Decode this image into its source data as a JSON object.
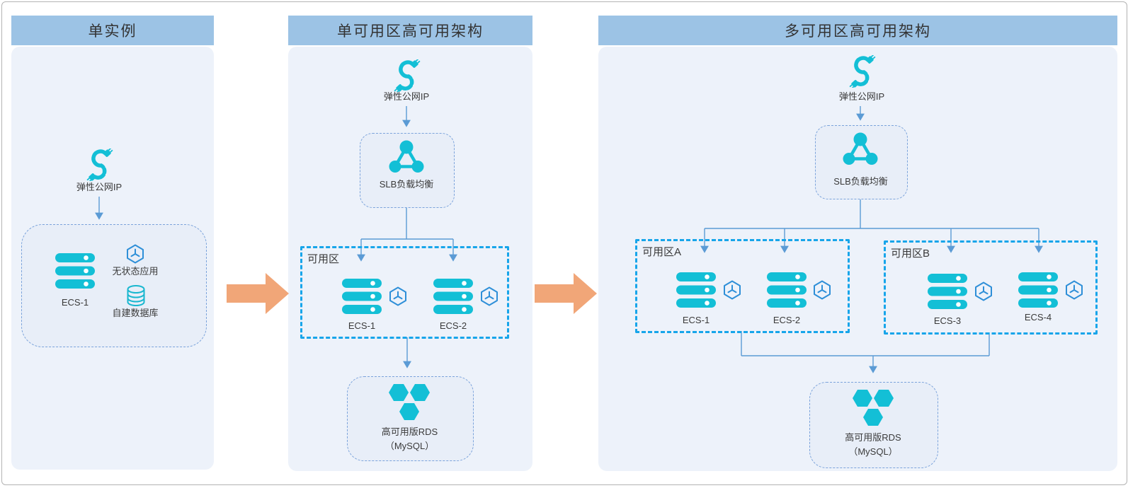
{
  "panels": [
    {
      "title": "单实例",
      "eip_label": "弹性公网IP",
      "group": {
        "ecs_label": "ECS-1",
        "stateless_app_label": "无状态应用",
        "self_built_db_label": "自建数据库"
      }
    },
    {
      "title": "单可用区高可用架构",
      "eip_label": "弹性公网IP",
      "slb_label": "SLB负载均衡",
      "zone": {
        "label": "可用区",
        "ecs": [
          "ECS-1",
          "ECS-2"
        ]
      },
      "rds": {
        "line1": "高可用版RDS",
        "line2": "（MySQL）"
      }
    },
    {
      "title": "多可用区高可用架构",
      "eip_label": "弹性公网IP",
      "slb_label": "SLB负载均衡",
      "zones": [
        {
          "label": "可用区A",
          "ecs": [
            "ECS-1",
            "ECS-2"
          ]
        },
        {
          "label": "可用区B",
          "ecs": [
            "ECS-3",
            "ECS-4"
          ]
        }
      ],
      "rds": {
        "line1": "高可用版RDS",
        "line2": "（MySQL）"
      }
    }
  ],
  "colors": {
    "header_bg": "#9CC3E5",
    "panel_bg": "#EDF2FA",
    "node_box_bg": "#E8EEF8",
    "soft_dashed_border": "#7BA3DB",
    "zone_dashed_border": "#17A5EA",
    "connector_line": "#5B9BD5",
    "icon_cyan": "#13BFD6",
    "cube_stroke": "#2E8FD8",
    "db_stroke": "#18B7CF",
    "flow_arrow": "#F1A678",
    "label_text": "#3A3A3A"
  }
}
